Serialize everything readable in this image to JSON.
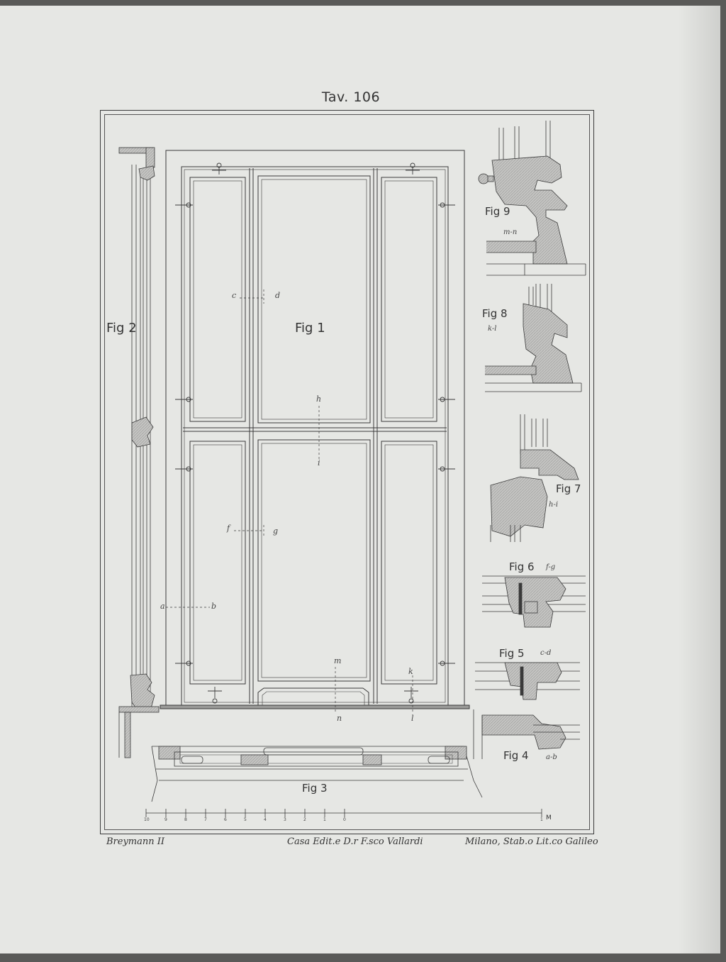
{
  "plate": {
    "title": "Tav. 106"
  },
  "figures": {
    "fig1": "Fig 1",
    "fig2": "Fig 2",
    "fig3": "Fig 3",
    "fig4": "Fig 4",
    "fig5": "Fig 5",
    "fig6": "Fig 6",
    "fig7": "Fig 7",
    "fig8": "Fig 8",
    "fig9": "Fig 9"
  },
  "sections": {
    "fig4": "a-b",
    "fig5": "c-d",
    "fig6": "f-g",
    "fig7": "h-i",
    "fig8": "k-l",
    "fig9": "m-n"
  },
  "letters": {
    "a": "a",
    "b": "b",
    "c": "c",
    "d": "d",
    "f": "f",
    "g": "g",
    "h": "h",
    "i": "i",
    "k": "k",
    "l": "l",
    "m": "m",
    "n": "n"
  },
  "scale": {
    "ticks": [
      "10",
      "9",
      "8",
      "7",
      "6",
      "5",
      "4",
      "3",
      "2",
      "1",
      "0"
    ],
    "end": "1",
    "unit": "M"
  },
  "credits": {
    "author": "Breymann II",
    "publisher": "Casa Edit.e D.r F.sco Vallardi",
    "printer": "Milano, Stab.o Lit.co Galileo"
  },
  "colors": {
    "paper": "#e6e7e4",
    "ink": "#3a3a3a",
    "hatch": "#b8b8b8"
  }
}
